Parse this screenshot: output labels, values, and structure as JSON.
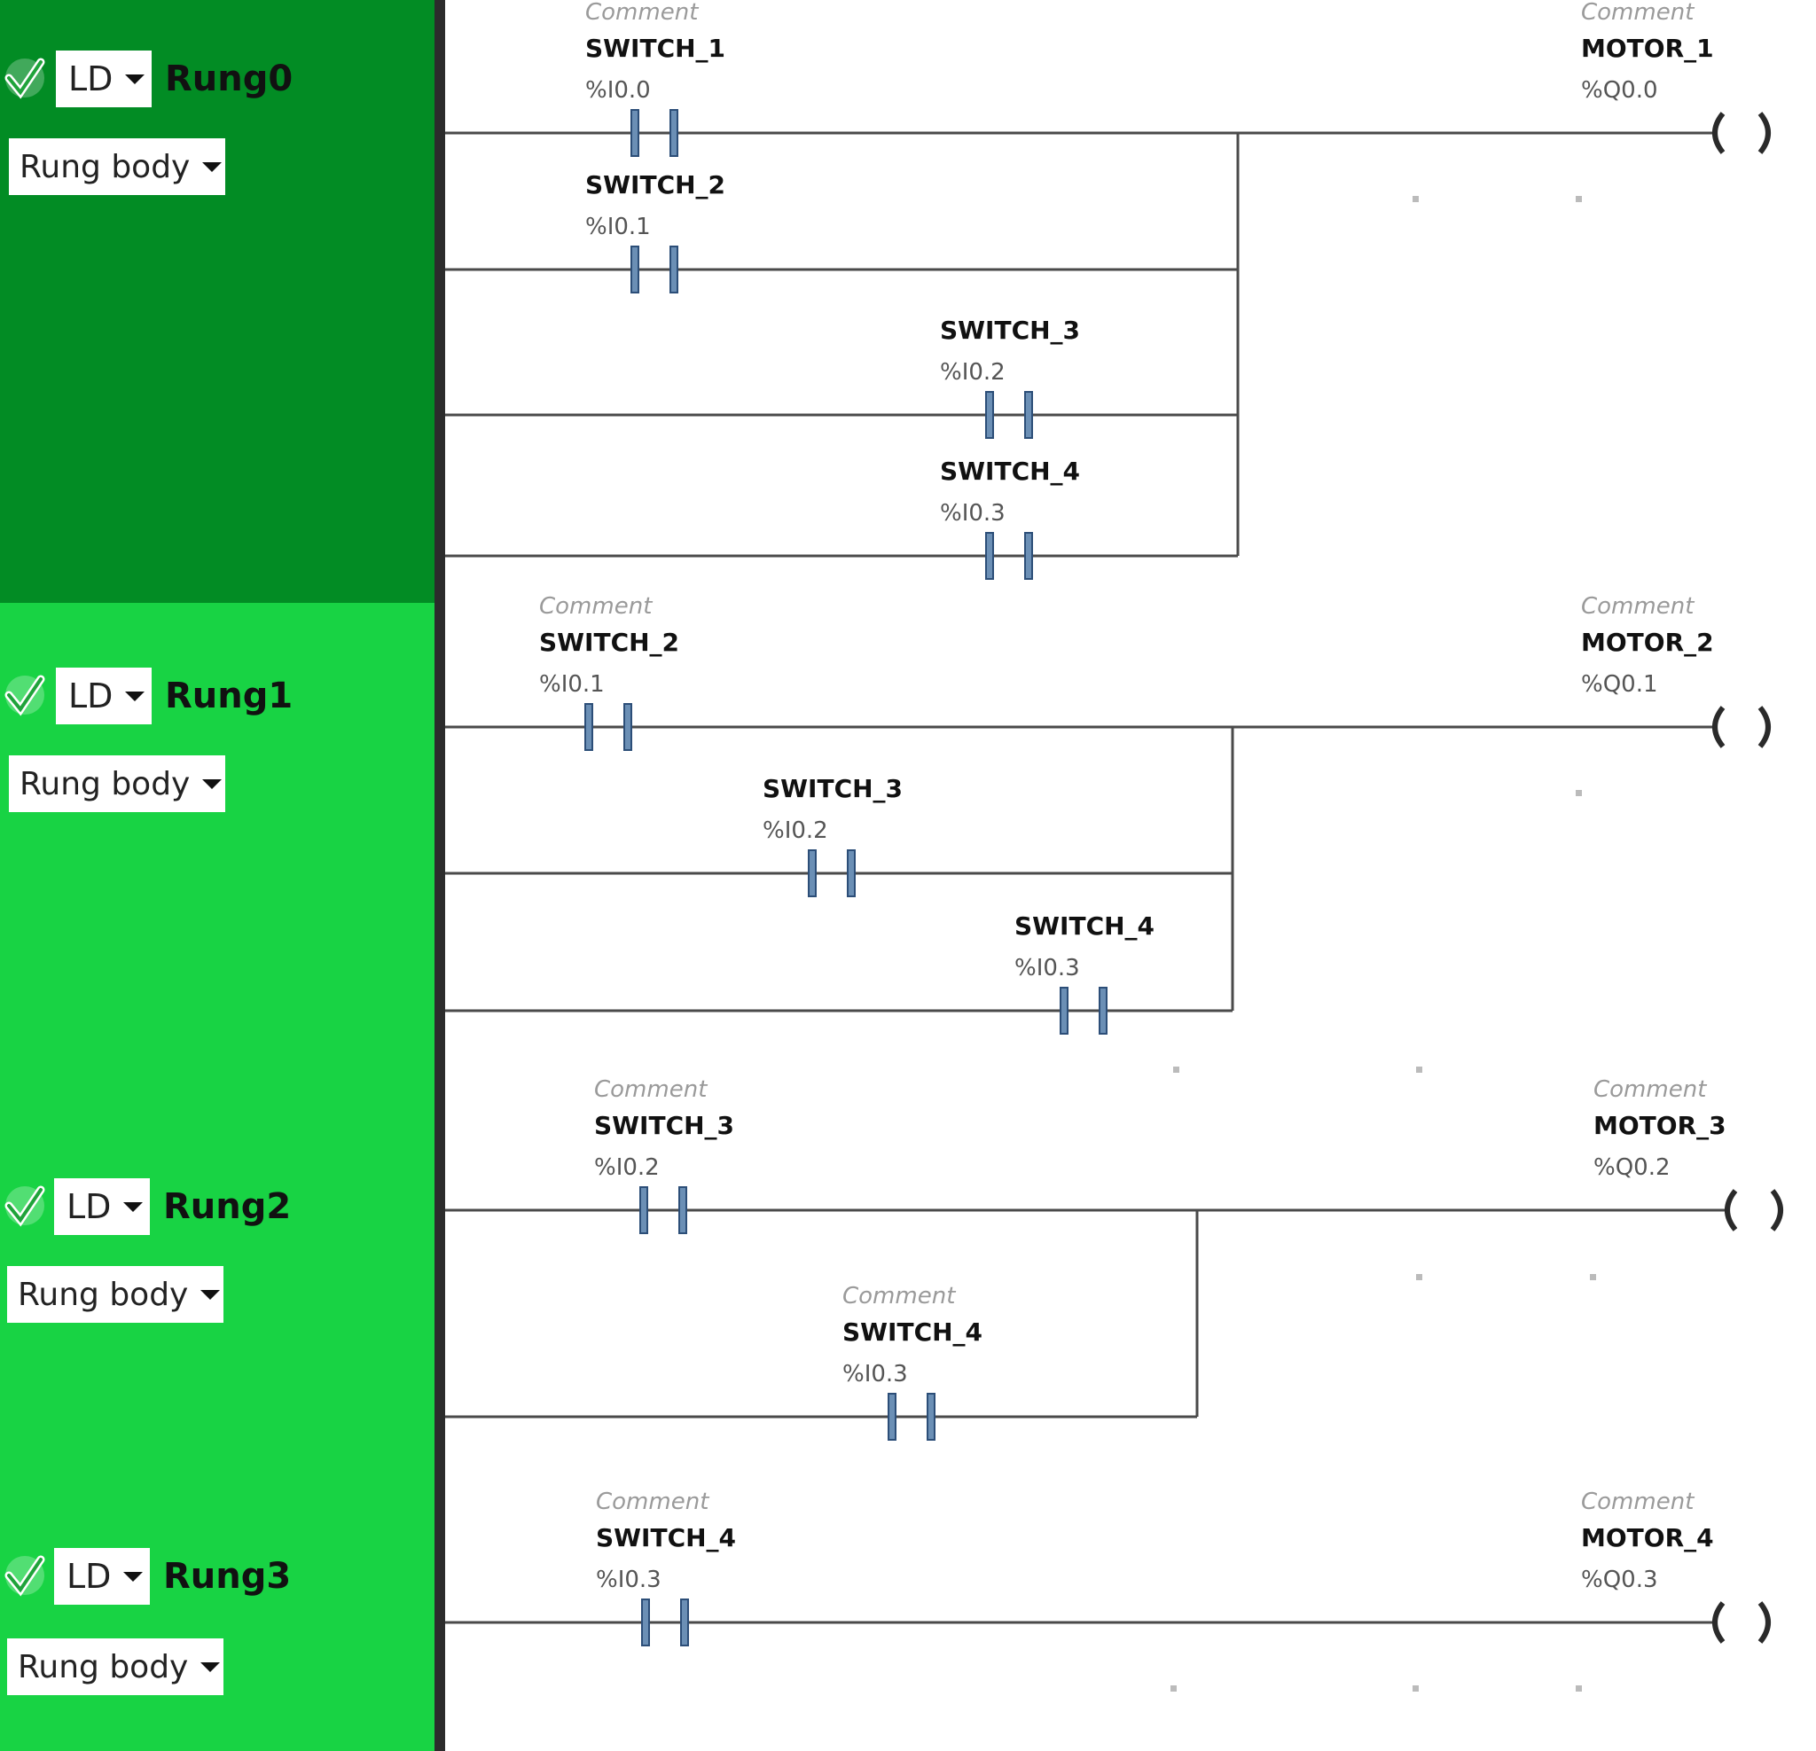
{
  "colors": {
    "rung_selected_bg": "#028c24",
    "rung_bg": "#18d344",
    "splitter": "#2c2c2c",
    "wire": "#4a4a4a",
    "contact_fill": "#6b8fb5",
    "contact_stroke": "#2c4e78",
    "comment_text": "#9a9a9a",
    "label_text": "#111111",
    "address_text": "#555555"
  },
  "rungs": [
    {
      "name": "Rung0",
      "language": "LD",
      "section": "Rung body",
      "selected": true,
      "contacts": [
        {
          "comment": "Comment",
          "symbol": "SWITCH_1",
          "address": "%I0.0"
        },
        {
          "comment": "",
          "symbol": "SWITCH_2",
          "address": "%I0.1"
        },
        {
          "comment": "",
          "symbol": "SWITCH_3",
          "address": "%I0.2"
        },
        {
          "comment": "",
          "symbol": "SWITCH_4",
          "address": "%I0.3"
        }
      ],
      "coil": {
        "comment": "Comment",
        "symbol": "MOTOR_1",
        "address": "%Q0.0"
      }
    },
    {
      "name": "Rung1",
      "language": "LD",
      "section": "Rung body",
      "selected": false,
      "contacts": [
        {
          "comment": "Comment",
          "symbol": "SWITCH_2",
          "address": "%I0.1"
        },
        {
          "comment": "",
          "symbol": "SWITCH_3",
          "address": "%I0.2"
        },
        {
          "comment": "",
          "symbol": "SWITCH_4",
          "address": "%I0.3"
        }
      ],
      "coil": {
        "comment": "Comment",
        "symbol": "MOTOR_2",
        "address": "%Q0.1"
      }
    },
    {
      "name": "Rung2",
      "language": "LD",
      "section": "Rung body",
      "selected": false,
      "contacts": [
        {
          "comment": "Comment",
          "symbol": "SWITCH_3",
          "address": "%I0.2"
        },
        {
          "comment": "Comment",
          "symbol": "SWITCH_4",
          "address": "%I0.3"
        }
      ],
      "coil": {
        "comment": "Comment",
        "symbol": "MOTOR_3",
        "address": "%Q0.2"
      }
    },
    {
      "name": "Rung3",
      "language": "LD",
      "section": "Rung body",
      "selected": false,
      "contacts": [
        {
          "comment": "Comment",
          "symbol": "SWITCH_4",
          "address": "%I0.3"
        }
      ],
      "coil": {
        "comment": "Comment",
        "symbol": "MOTOR_4",
        "address": "%Q0.3"
      }
    }
  ]
}
